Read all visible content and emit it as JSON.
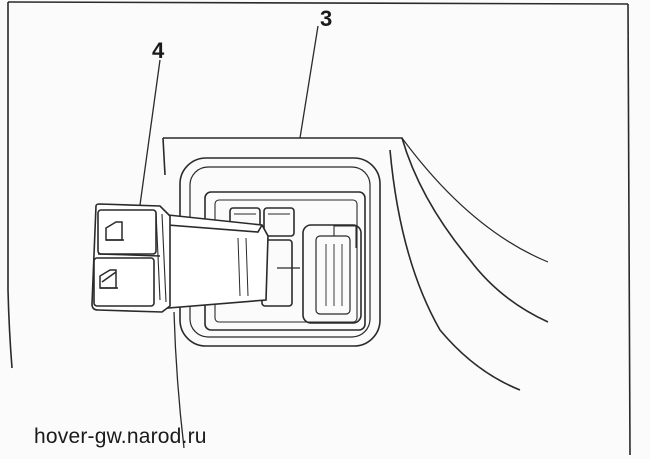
{
  "callouts": {
    "switch_assembly": "4",
    "console_panel": "3"
  },
  "watermark": "hover-gw.narod.ru",
  "icons": {
    "top_switch": "window-lock-icon",
    "bottom_switch": "window-lock-icon"
  }
}
